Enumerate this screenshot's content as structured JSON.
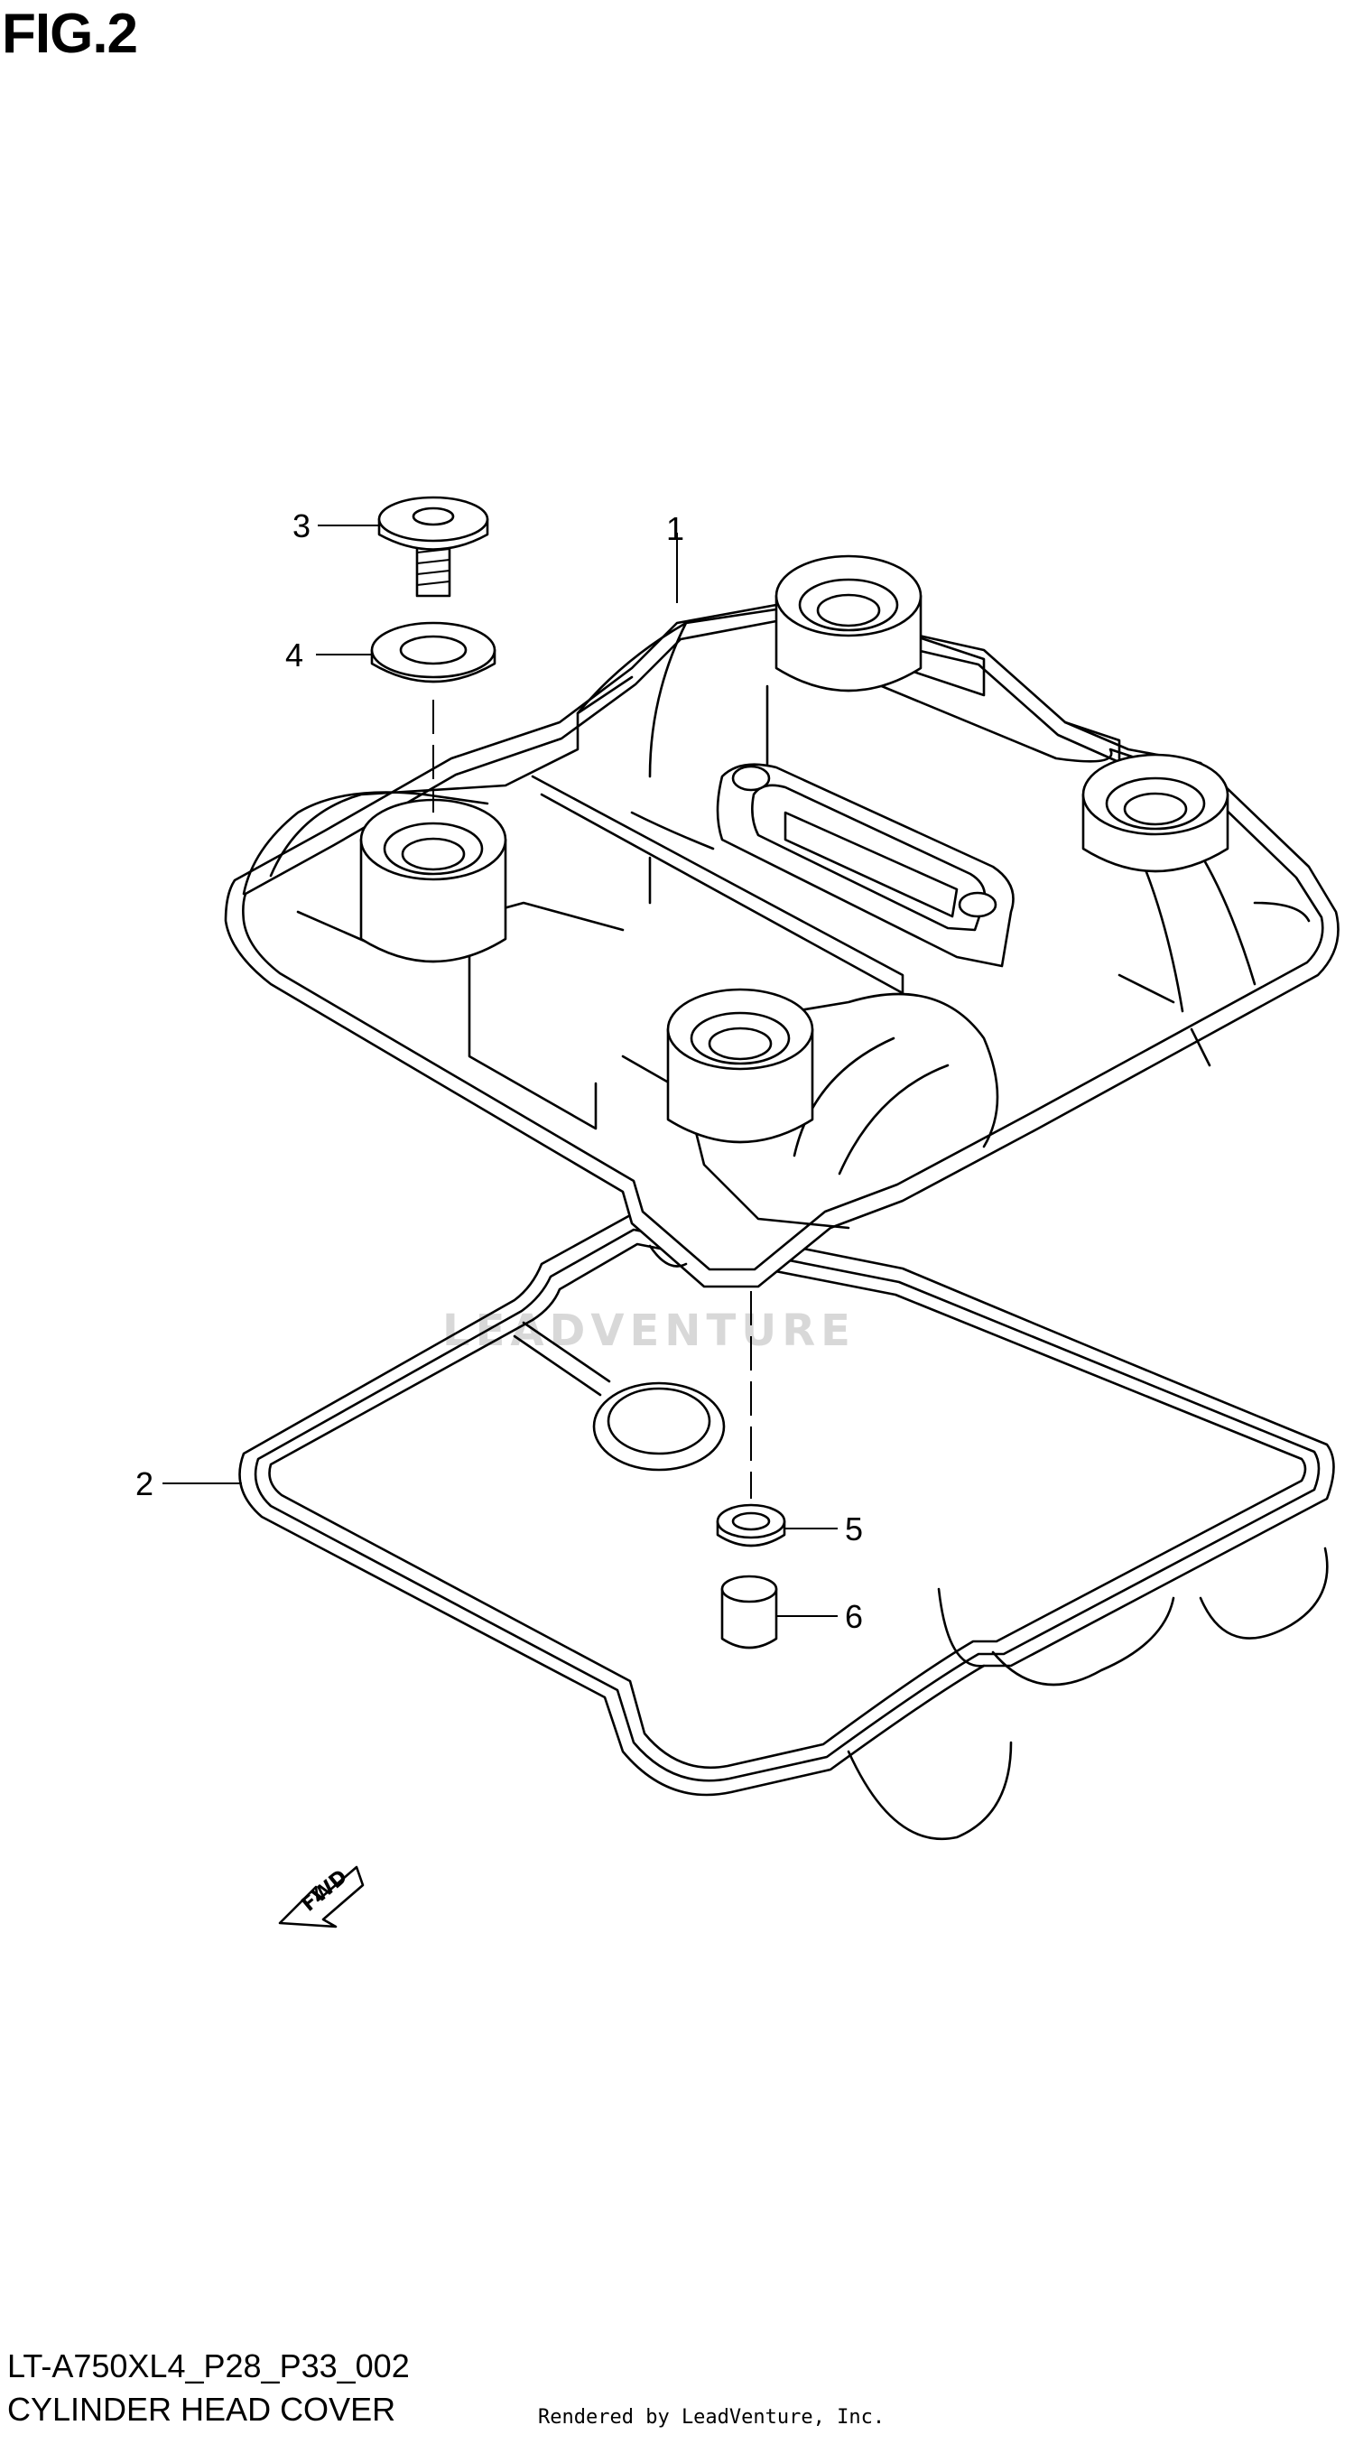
{
  "figure": {
    "title": "FIG.2"
  },
  "watermark": {
    "text": "LEADVENTURE"
  },
  "callouts": [
    {
      "number": "1"
    },
    {
      "number": "2"
    },
    {
      "number": "3"
    },
    {
      "number": "4"
    },
    {
      "number": "5"
    },
    {
      "number": "6"
    }
  ],
  "direction_arrow": {
    "label": "FWD"
  },
  "footer": {
    "model_code": "LT-A750XL4_P28_P33_002",
    "caption": "CYLINDER HEAD COVER",
    "rendered_by": "Rendered by LeadVenture, Inc."
  }
}
